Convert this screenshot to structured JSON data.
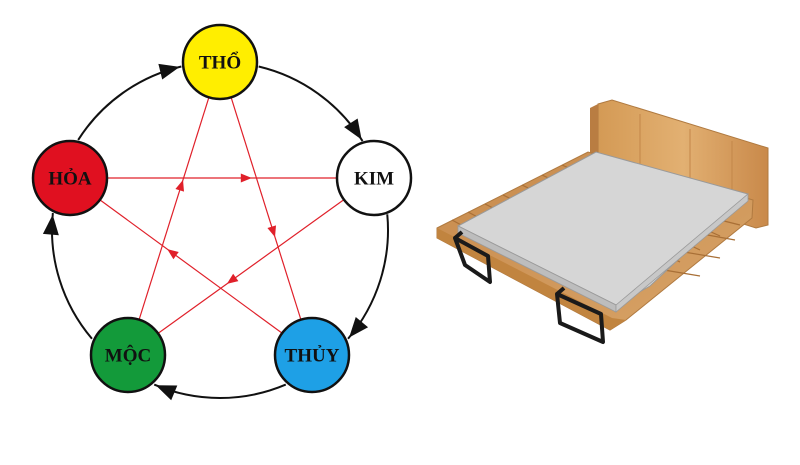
{
  "diagram": {
    "nodes": [
      {
        "id": "tho",
        "label": "THỔ",
        "color": "#ffee00"
      },
      {
        "id": "kim",
        "label": "KIM",
        "color": "#ffffff"
      },
      {
        "id": "thuy",
        "label": "THỦY",
        "color": "#1ea0e6"
      },
      {
        "id": "moc",
        "label": "MỘC",
        "color": "#139a3a"
      },
      {
        "id": "hoa",
        "label": "HỎA",
        "color": "#e01020"
      }
    ],
    "generating_cycle": [
      [
        "tho",
        "kim"
      ],
      [
        "kim",
        "thuy"
      ],
      [
        "thuy",
        "moc"
      ],
      [
        "moc",
        "hoa"
      ],
      [
        "hoa",
        "tho"
      ]
    ],
    "controlling_cycle": [
      [
        "hoa",
        "kim"
      ],
      [
        "kim",
        "moc"
      ],
      [
        "moc",
        "tho"
      ],
      [
        "tho",
        "thuy"
      ],
      [
        "thuy",
        "hoa"
      ]
    ],
    "colors": {
      "cycle_arrow": "#111111",
      "star_line": "#e0202a",
      "node_outline": "#111111"
    }
  },
  "illustration": {
    "subject": "bed",
    "colors": {
      "wood": "#d9a15f",
      "mattress": "#d3d3d3",
      "frame_legs": "#1a1a1a"
    }
  }
}
